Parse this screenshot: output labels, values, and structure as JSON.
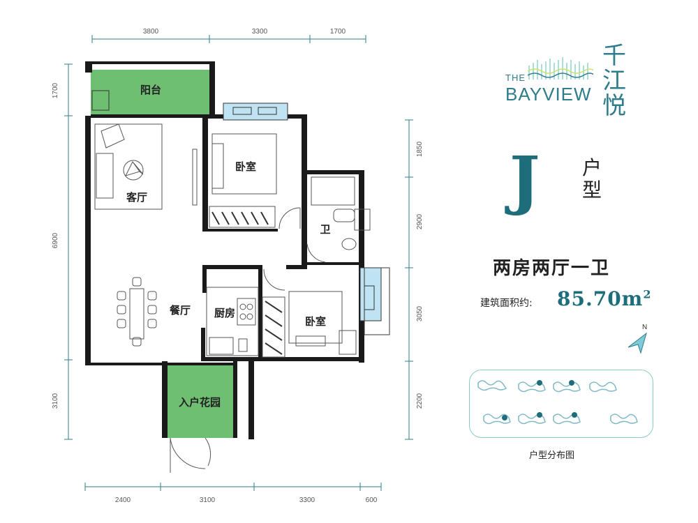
{
  "brand": {
    "prefix": "THE",
    "name": "BAYVIEW",
    "chinese_name": "千江悦"
  },
  "unit": {
    "letter": "J",
    "suffix": "户型",
    "layout_description": "两房两厅一卫",
    "area_label": "建筑面积约:",
    "area_value": "85.70m",
    "area_unit_exponent": "2"
  },
  "compass": {
    "label": "N"
  },
  "distribution": {
    "caption": "户型分布图"
  },
  "plan": {
    "rooms": {
      "balcony": "阳台",
      "living_room": "客厅",
      "master_bedroom": "卧室",
      "bathroom": "卫",
      "dining_room": "餐厅",
      "kitchen": "厨房",
      "second_bedroom": "卧室",
      "entrance_garden": "入户花园"
    },
    "dimensions": {
      "top": [
        "3800",
        "3300",
        "1700"
      ],
      "bottom": [
        "2400",
        "3100",
        "3300",
        "600"
      ],
      "left": [
        "1700",
        "6900",
        "3100"
      ],
      "right": [
        "1850",
        "2900",
        "3050",
        "2200"
      ]
    }
  },
  "colors": {
    "accent": "#2e7d8a",
    "garden_green": "#6fbf73",
    "window_blue": "#bfe3f2",
    "wall": "#1a1a1a"
  }
}
